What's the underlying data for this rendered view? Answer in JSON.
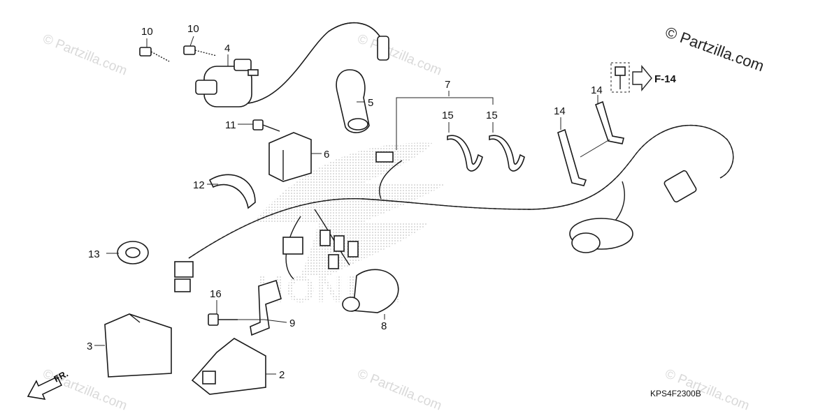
{
  "callouts": [
    "10",
    "10",
    "4",
    "5",
    "11",
    "6",
    "12",
    "13",
    "7",
    "15",
    "15",
    "14",
    "14",
    "16",
    "9",
    "8",
    "3",
    "2"
  ],
  "reference": {
    "label": "F-14"
  },
  "copyright": "© Partzilla.com",
  "watermark": "© Partzilla.com",
  "logo": "HONDA",
  "front_label": "FR.",
  "diagram_code": "KPS4F2300B"
}
